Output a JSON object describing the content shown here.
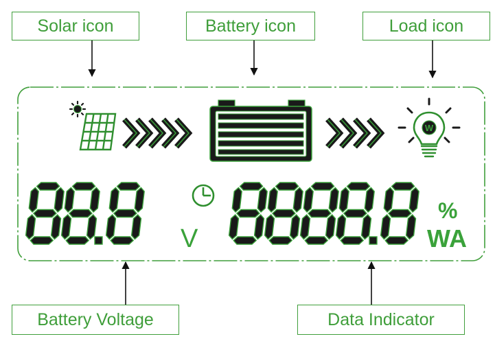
{
  "callouts": {
    "solar": "Solar icon",
    "battery": "Battery icon",
    "load": "Load icon",
    "battery_voltage": "Battery Voltage",
    "data_indicator": "Data Indicator"
  },
  "display": {
    "voltage_digits": "88.8",
    "voltage_unit": "V",
    "data_digits": "8888.8",
    "percent_symbol": "%",
    "unit_wa": "WA",
    "load_letter": "W"
  },
  "colors": {
    "accent": "#3f9e3a",
    "segment_fill": "#1a1a1a",
    "segment_outline": "#3aa23a"
  },
  "icons": [
    "sun-icon",
    "solar-panel-icon",
    "chevrons-icon",
    "battery-icon",
    "clock-icon",
    "light-bulb-icon"
  ]
}
